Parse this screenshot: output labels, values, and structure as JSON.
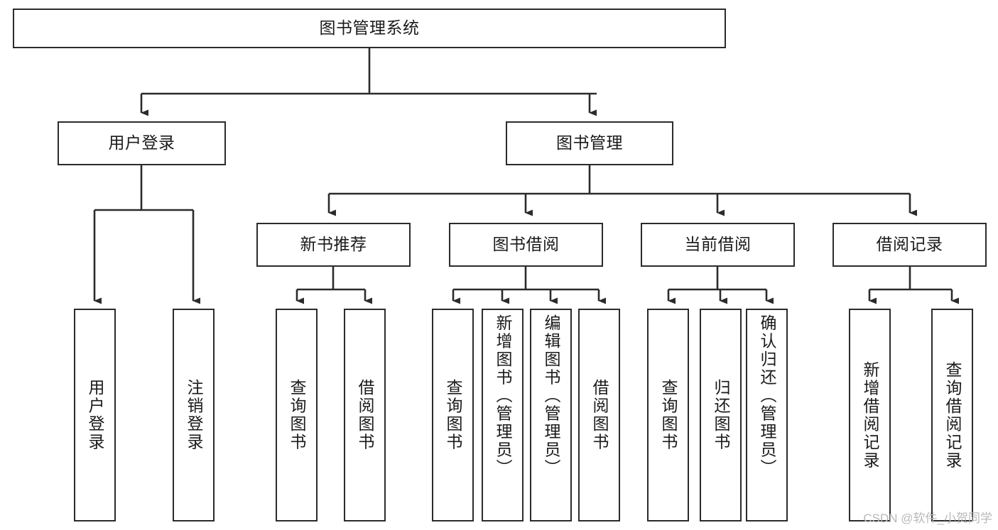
{
  "diagram": {
    "title": "图书管理系统",
    "type": "tree-structure-chart",
    "stroke_color": "#2b2b2b",
    "background_color": "#ffffff",
    "text_color": "#1a1a1a"
  },
  "watermark": {
    "text": "CSDN @软件_小贺同学",
    "color": "#b9b9b9"
  },
  "nodes": {
    "root": {
      "label": "图书管理系统"
    },
    "level2": [
      {
        "id": "user-login",
        "label": "用户登录"
      },
      {
        "id": "book-management",
        "label": "图书管理"
      }
    ],
    "level3": [
      {
        "id": "new-book-recommend",
        "label": "新书推荐"
      },
      {
        "id": "book-borrow",
        "label": "图书借阅"
      },
      {
        "id": "current-borrow",
        "label": "当前借阅"
      },
      {
        "id": "borrow-record",
        "label": "借阅记录"
      }
    ],
    "leaves": [
      {
        "id": "leaf-user-login",
        "label": "用户登录",
        "parent": "user-login"
      },
      {
        "id": "leaf-logout-login",
        "label": "注销登录",
        "parent": "user-login"
      },
      {
        "id": "leaf-query-book-1",
        "label": "查询图书",
        "parent": "new-book-recommend"
      },
      {
        "id": "leaf-borrow-book-1",
        "label": "借阅图书",
        "parent": "new-book-recommend"
      },
      {
        "id": "leaf-query-book-2",
        "label": "查询图书",
        "parent": "book-borrow"
      },
      {
        "id": "leaf-add-book",
        "label": "新增图书（管理员）",
        "parent": "book-borrow"
      },
      {
        "id": "leaf-edit-book",
        "label": "编辑图书（管理员）",
        "parent": "book-borrow"
      },
      {
        "id": "leaf-borrow-book-2",
        "label": "借阅图书",
        "parent": "book-borrow"
      },
      {
        "id": "leaf-query-book-3",
        "label": "查询图书",
        "parent": "current-borrow"
      },
      {
        "id": "leaf-return-book",
        "label": "归还图书",
        "parent": "current-borrow"
      },
      {
        "id": "leaf-confirm-return",
        "label": "确认归还（管理员）",
        "parent": "current-borrow"
      },
      {
        "id": "leaf-add-record",
        "label": "新增借阅记录",
        "parent": "borrow-record"
      },
      {
        "id": "leaf-query-record",
        "label": "查询借阅记录",
        "parent": "borrow-record"
      }
    ]
  }
}
